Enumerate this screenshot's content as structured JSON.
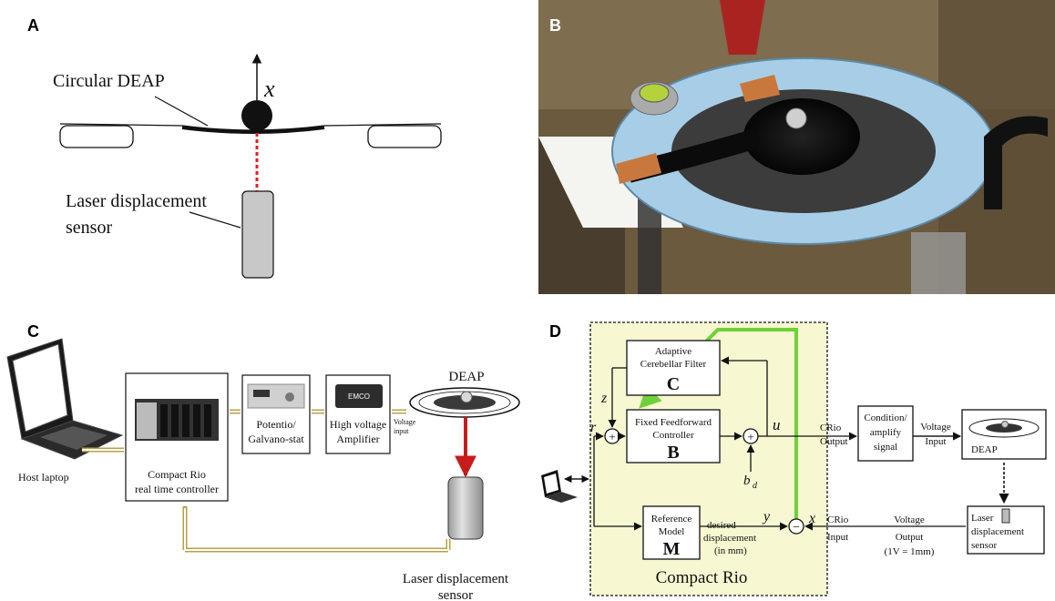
{
  "panels": {
    "a": "A",
    "b": "B",
    "c": "C",
    "d": "D"
  },
  "panel_a": {
    "deap_label": "Circular DEAP",
    "x_label": "x",
    "sensor_label_1": "Laser displacement",
    "sensor_label_2": "sensor"
  },
  "panel_c": {
    "laptop_label": "Host laptop",
    "crio_label_1": "Compact Rio",
    "crio_label_2": "real time controller",
    "potentio_1": "Potentio/",
    "potentio_2": "Galvano-stat",
    "hv_1": "High voltage",
    "hv_2": "Amplifier",
    "hv_brand": "EMCO",
    "voltage_input_1": "Voltage",
    "voltage_input_2": "input",
    "deap_label": "DEAP",
    "sensor_1": "Laser displacement",
    "sensor_2": "sensor"
  },
  "panel_d": {
    "filter_1": "Adaptive",
    "filter_2": "Cerebellar Filter",
    "filter_letter": "C",
    "ff_1": "Fixed Feedforward",
    "ff_2": "Controller",
    "ff_letter": "B",
    "ref_1": "Reference",
    "ref_2": "Model",
    "ref_letter": "M",
    "z": "z",
    "r": "r",
    "u": "u",
    "bd": "b",
    "bd_sub": "d",
    "y": "y",
    "x": "x",
    "crio_output_1": "CRio",
    "crio_output_2": "Output",
    "cond_1": "Condition/",
    "cond_2": "amplify",
    "cond_3": "signal",
    "voltage_in_1": "Voltage",
    "voltage_in_2": "Input",
    "deap": "DEAP",
    "desired_1": "desired",
    "desired_2": "displacement",
    "desired_3": "(in mm)",
    "crio_input_1": "CRio",
    "crio_input_2": "Input",
    "vout_1": "Voltage",
    "vout_2": "Output",
    "vout_3": "(1V = 1mm)",
    "laser_1": "Laser",
    "laser_2": "displacement",
    "laser_3": "sensor",
    "compact_rio": "Compact Rio",
    "plus": "+",
    "minus": "−"
  },
  "colors": {
    "deap_blue": "#9ec7e2",
    "copper": "#c9783d",
    "crio_bg": "#f7f8d2",
    "green": "#6fd13a",
    "laser_red": "#c81c1c"
  }
}
